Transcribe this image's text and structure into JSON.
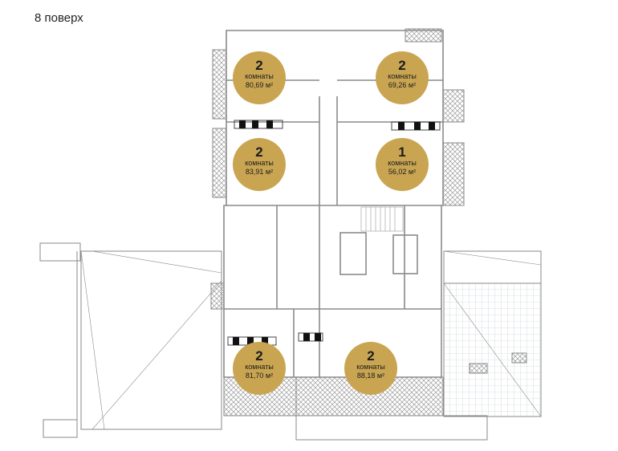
{
  "floor": {
    "label": "8 поверх"
  },
  "apartments": [
    {
      "rooms": "2",
      "rooms_word": "комнаты",
      "area": "80,69 м²"
    },
    {
      "rooms": "2",
      "rooms_word": "комнаты",
      "area": "69,26 м²"
    },
    {
      "rooms": "2",
      "rooms_word": "комнаты",
      "area": "83,91 м²"
    },
    {
      "rooms": "1",
      "rooms_word": "комнаты",
      "area": "56,02 м²"
    },
    {
      "rooms": "2",
      "rooms_word": "комнаты",
      "area": "81,70 м²"
    },
    {
      "rooms": "2",
      "rooms_word": "комнаты",
      "area": "88,18 м²"
    }
  ],
  "colors": {
    "badge": "#c9a552",
    "wall": "#8a8a8a",
    "terrace_grid": "#b9c3c9"
  }
}
